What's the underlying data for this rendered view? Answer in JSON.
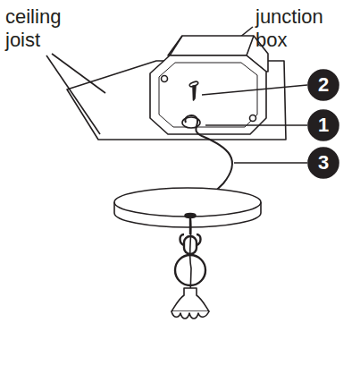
{
  "diagram": {
    "labels": [
      "ceiling joist",
      "junction box",
      "2",
      "1",
      "3"
    ]
  }
}
